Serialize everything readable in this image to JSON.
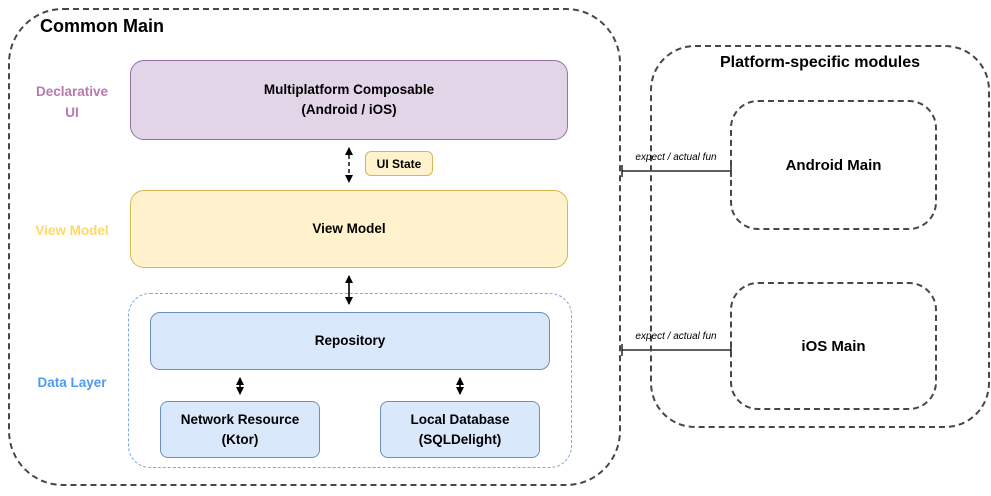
{
  "common_main": {
    "title": "Common Main",
    "row_labels": {
      "declarative_ui": {
        "line1": "Declarative",
        "line2": "UI"
      },
      "view_model": {
        "label": "View Model"
      },
      "data_layer": {
        "label": "Data Layer"
      }
    },
    "nodes": {
      "multiplatform_composable": {
        "line1": "Multiplatform Composable",
        "line2": "(Android / iOS)"
      },
      "ui_state": {
        "label": "UI State"
      },
      "view_model": {
        "label": "View Model"
      },
      "repository": {
        "label": "Repository"
      },
      "network_resource": {
        "line1": "Network Resource",
        "line2": "(Ktor)"
      },
      "local_database": {
        "line1": "Local Database",
        "line2": "(SQLDelight)"
      }
    }
  },
  "platform_modules": {
    "title": "Platform-specific modules",
    "nodes": {
      "android_main": {
        "label": "Android Main"
      },
      "ios_main": {
        "label": "iOS Main"
      }
    },
    "connector_label": "expect / actual fun"
  },
  "colors": {
    "purple_fill": "#e1d5e7",
    "purple_border": "#9673a6",
    "yellow_fill": "#fff2cc",
    "yellow_border": "#d6b656",
    "blue_fill": "#dae8fc",
    "blue_border": "#6c8ebf",
    "data_layer_outline": "#7da7e8",
    "declarative_ui_label_color": "#b779ae",
    "view_model_label_color": "#ffd966",
    "data_layer_label_color": "#4d9bf0",
    "container_dash_color": "#474747",
    "connector_stroke": "#000000"
  }
}
